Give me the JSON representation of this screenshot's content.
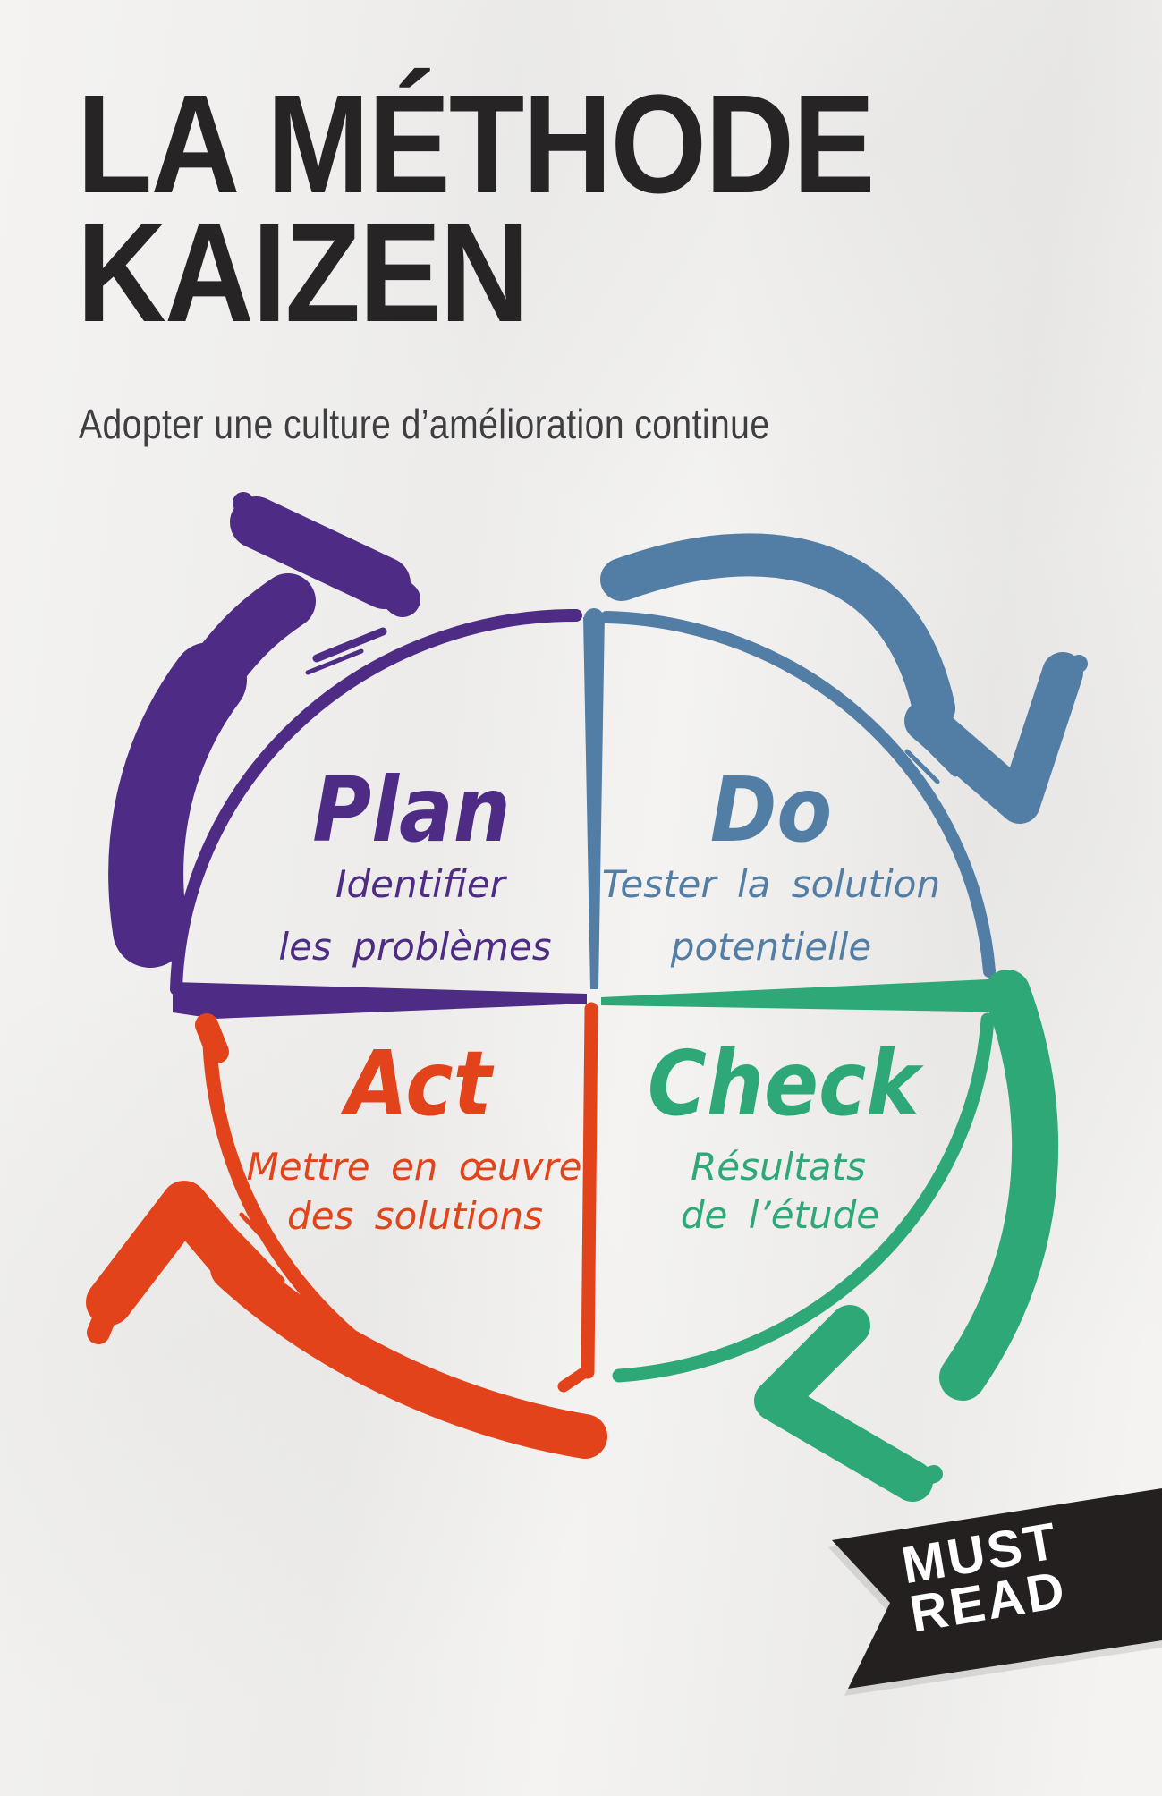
{
  "cover": {
    "title_line1": "LA MÉTHODE",
    "title_line2": "KAIZEN",
    "subtitle": "Adopter une culture d’amélioration continue"
  },
  "diagram": {
    "type": "cycle",
    "flow": "clockwise",
    "quadrants": [
      {
        "id": "plan",
        "position": "top-left",
        "label": "Plan",
        "desc_line1": "Identifier",
        "desc_line2": "les problèmes",
        "color": "#4e2b85"
      },
      {
        "id": "do",
        "position": "top-right",
        "label": "Do",
        "desc_line1": "Tester la solution",
        "desc_line2": "potentielle",
        "color": "#527ea6"
      },
      {
        "id": "check",
        "position": "bottom-right",
        "label": "Check",
        "desc_line1": "Résultats",
        "desc_line2": "de l’étude",
        "color": "#2fa878"
      },
      {
        "id": "act",
        "position": "bottom-left",
        "label": "Act",
        "desc_line1": "Mettre en œuvre",
        "desc_line2": "des solutions",
        "color": "#e2431a"
      }
    ]
  },
  "badge": {
    "line1": "MUST",
    "line2": "READ"
  },
  "colors": {
    "plan": "#4e2b85",
    "do": "#527ea6",
    "check": "#2fa878",
    "act": "#e2431a",
    "title": "#272425",
    "subtitle_text": "#3f3e40",
    "badge_bg": "#242020",
    "badge_text": "#ffffff",
    "background": "#f4f3f1"
  }
}
